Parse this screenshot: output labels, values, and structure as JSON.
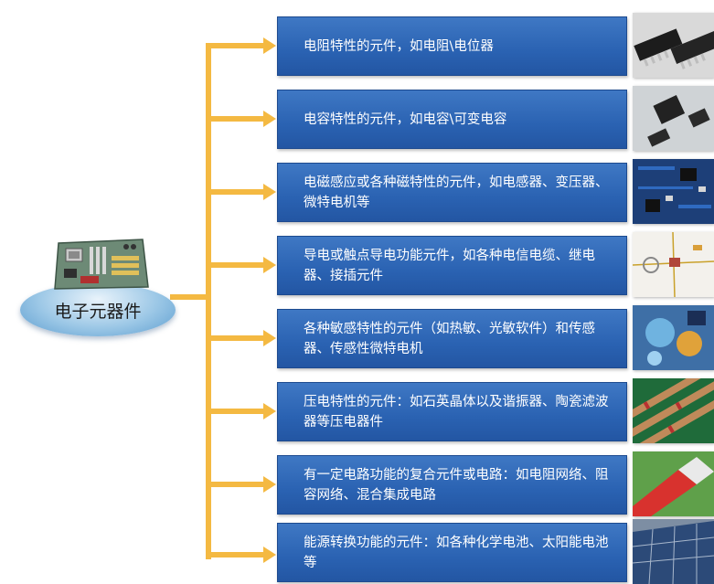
{
  "root": {
    "label": "电子元器件"
  },
  "colors": {
    "connector": "#f4b942",
    "box": "#2a62b2",
    "text": "#ffffff"
  },
  "items": [
    {
      "text": "电阻特性的元件，如电阻\\电位器",
      "image": "ic-chips-photo"
    },
    {
      "text": "电容特性的元件，如电容\\可变电容",
      "image": "smd-chips-photo"
    },
    {
      "text": "电磁感应或各种磁特性的元件，如电感器、变压器、微特电机等",
      "image": "circuit-board-photo"
    },
    {
      "text": "导电或触点导电功能元件，如各种电信电缆、继电器、接插元件",
      "image": "wired-components-photo"
    },
    {
      "text": "各种敏感特性的元件（如热敏、光敏软件）和传感器、传感性微特电机",
      "image": "sensors-photo"
    },
    {
      "text": "压电特性的元件：如石英晶体以及谐振器、陶瓷滤波器等压电器件",
      "image": "resistors-photo"
    },
    {
      "text": "有一定电路功能的复合元件或电路：如电阻网络、阻容网络、混合集成电路",
      "image": "network-cable-photo"
    },
    {
      "text": "能源转换功能的元件：如各种化学电池、太阳能电池等",
      "image": "solar-panel-photo"
    }
  ]
}
